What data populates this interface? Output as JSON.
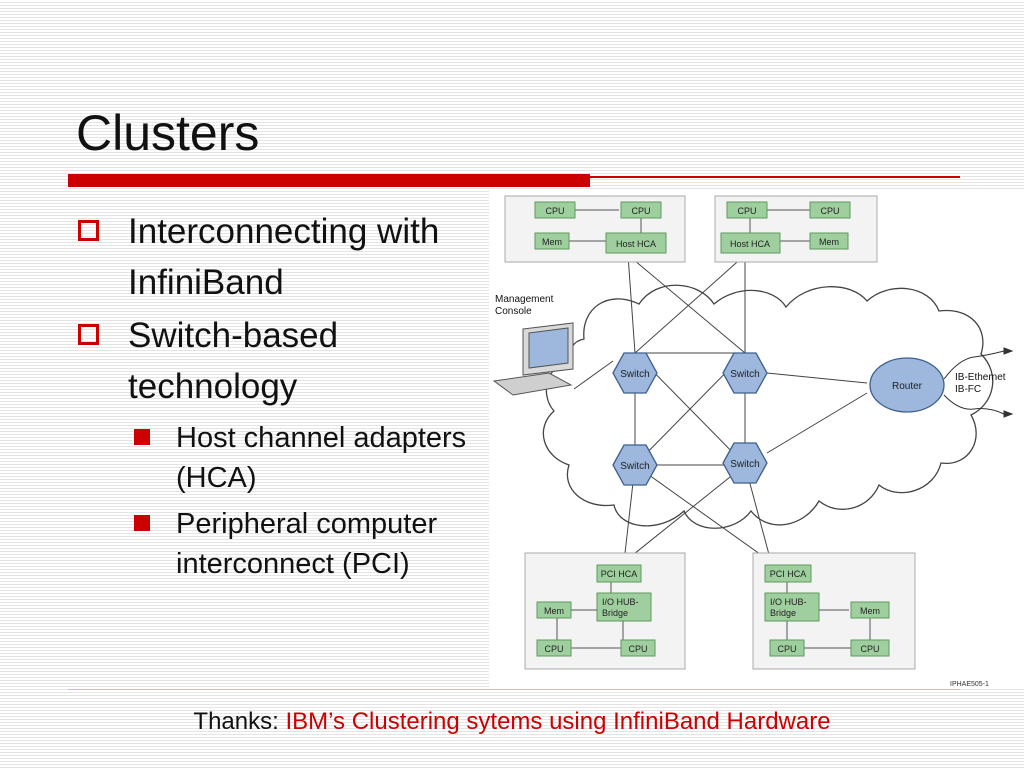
{
  "slide": {
    "title": "Clusters",
    "bullets": [
      {
        "text": "Interconnecting with InfiniBand"
      },
      {
        "text": "Switch-based technology"
      }
    ],
    "sub_bullets": [
      {
        "text": "Host channel adapters (HCA)"
      },
      {
        "text": "Peripheral computer interconnect (PCI)"
      }
    ],
    "credit": {
      "prefix": "Thanks: ",
      "link_text": "IBM’s Clustering sytems using InfiniBand Hardware"
    }
  },
  "diagram": {
    "host_labels": {
      "cpu": "CPU",
      "mem": "Mem",
      "hca": "Host HCA"
    },
    "switch_label": "Switch",
    "router_label": "Router",
    "console_label_line1": "Management",
    "console_label_line2": "Console",
    "external_links": [
      "IB-Ethernet",
      "IB-FC"
    ],
    "io_labels": {
      "pci_hca": "PCI HCA",
      "io_hub_line1": "I/O HUB-",
      "io_hub_line2": "Bridge",
      "mem": "Mem",
      "cpu": "CPU"
    },
    "figure_id": "IPHAE505-1",
    "colors": {
      "node_fill": "#9fcf9f",
      "node_stroke": "#5f9a5f",
      "switch_fill": "#9db7dd",
      "switch_stroke": "#3f5f8f",
      "accent_red": "#cc0000"
    }
  }
}
